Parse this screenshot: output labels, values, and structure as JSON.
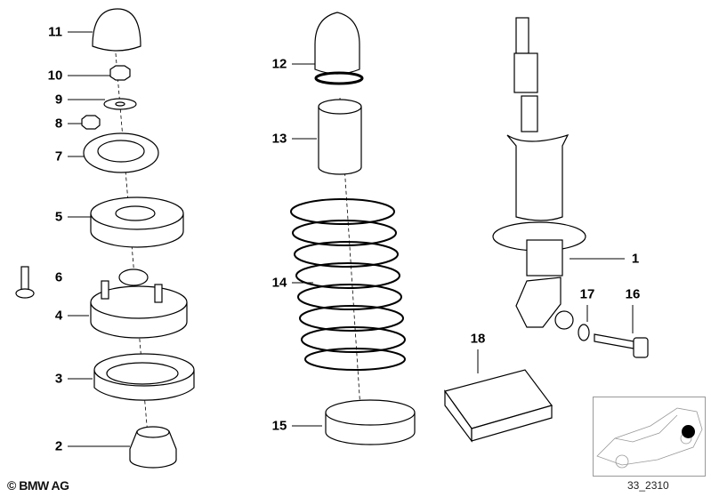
{
  "diagram": {
    "title": "Rear shock absorber / spring assembly",
    "callouts": [
      {
        "id": "11",
        "part": "cap"
      },
      {
        "id": "10",
        "part": "hex-nut"
      },
      {
        "id": "9",
        "part": "washer"
      },
      {
        "id": "8",
        "part": "nut"
      },
      {
        "id": "7",
        "part": "support-plate"
      },
      {
        "id": "5",
        "part": "upper-spacer-ring"
      },
      {
        "id": "6",
        "part": "bolt"
      },
      {
        "id": "4",
        "part": "upper-mount"
      },
      {
        "id": "3",
        "part": "spring-pad-upper"
      },
      {
        "id": "2",
        "part": "rubber-mount"
      },
      {
        "id": "12",
        "part": "bump-stop"
      },
      {
        "id": "13",
        "part": "dust-boot"
      },
      {
        "id": "14",
        "part": "coil-spring"
      },
      {
        "id": "15",
        "part": "spring-pad-lower"
      },
      {
        "id": "1",
        "part": "shock-absorber"
      },
      {
        "id": "17",
        "part": "washer"
      },
      {
        "id": "16",
        "part": "hex-bolt"
      },
      {
        "id": "18",
        "part": "control-unit"
      }
    ],
    "copyright": "© BMW AG",
    "reference": "33_2310",
    "highlight_color": "#000000"
  }
}
